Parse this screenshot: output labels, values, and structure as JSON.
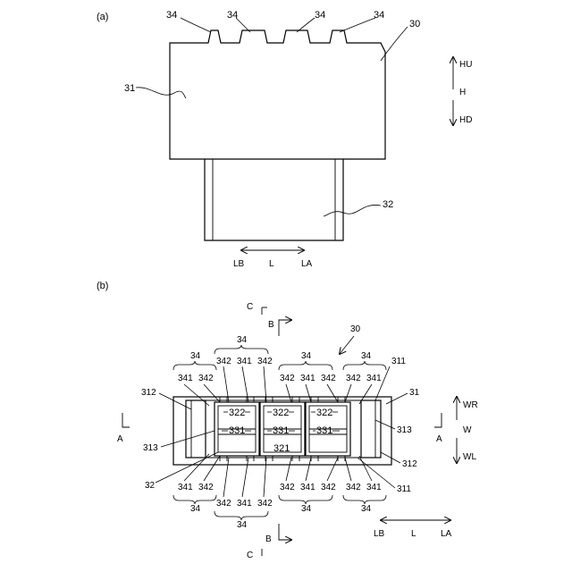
{
  "panel_a": {
    "tag": "(a)",
    "labels": {
      "n34_1": "34",
      "n34_2": "34",
      "n34_3": "34",
      "n34_4": "34",
      "n30": "30",
      "n31": "31",
      "n32": "32"
    },
    "axis_h": {
      "up": "HU",
      "mid": "H",
      "down": "HD"
    },
    "axis_l": {
      "left": "LB",
      "mid": "L",
      "right": "LA"
    }
  },
  "panel_b": {
    "tag": "(b)",
    "section": {
      "c_top": "C",
      "b_top": "B",
      "b_bottom": "B",
      "c_bottom": "C",
      "a_left": "A",
      "a_right": "A"
    },
    "ref_top": {
      "n34_top": "34",
      "g1": {
        "brace": "34",
        "a": "341",
        "b": "342"
      },
      "g2": {
        "a": "342",
        "b": "341",
        "c": "342"
      },
      "g3": {
        "brace": "34",
        "a": "342",
        "b": "341",
        "c": "342"
      },
      "g4": {
        "brace": "34",
        "a": "342",
        "b": "341"
      },
      "n30": "30",
      "n311": "311",
      "n31": "31"
    },
    "ref_inner": {
      "n322_1": "322",
      "n322_2": "322",
      "n322_3": "322",
      "n331_1": "331",
      "n331_2": "331",
      "n331_3": "331",
      "n321": "321"
    },
    "ref_side": {
      "n312_left": "312",
      "n313_left": "313",
      "n32": "32",
      "n313_right": "313",
      "n312_right": "312",
      "n311_bottom": "311"
    },
    "ref_bottom": {
      "g1": {
        "a": "341",
        "b": "342",
        "brace": "34"
      },
      "g2": {
        "a": "342",
        "b": "341",
        "c": "342",
        "brace": "34"
      },
      "g3": {
        "a": "342",
        "b": "341",
        "c": "342",
        "brace": "34"
      },
      "g4": {
        "a": "342",
        "b": "341",
        "brace": "34"
      }
    },
    "axis_w": {
      "up": "WR",
      "mid": "W",
      "down": "WL"
    },
    "axis_l": {
      "left": "LB",
      "mid": "L",
      "right": "LA"
    }
  }
}
